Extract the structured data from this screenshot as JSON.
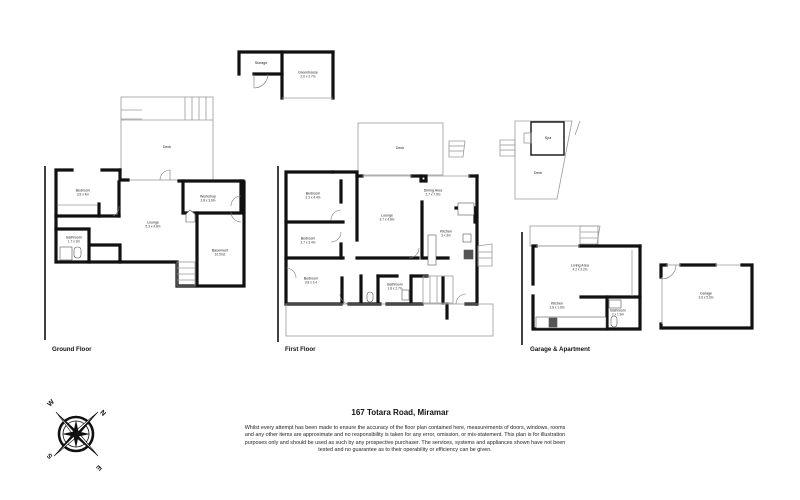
{
  "property": {
    "address": "167 Totara Road, Miramar",
    "disclaimer": "Whilst every attempt has been made to ensure the accuracy of the floor plan contained here, measurements of doors, windows, rooms and any other items are approximate and no responsibility is taken for any error, omission, or mis-statement. This plan is for illustration purposes only and should be used as such by any prospective purchaser. The services, systems and appliances shown have not been tested and no guarantee as to their operability or efficiency can be given."
  },
  "compass": {
    "icon": "compass-rose-icon",
    "letters": {
      "north": "N",
      "east": "E",
      "south": "S",
      "west": "W"
    }
  },
  "sections": {
    "ground_floor": {
      "title": "Ground Floor"
    },
    "first_floor": {
      "title": "First Floor"
    },
    "garage_apartment": {
      "title": "Garage & Apartment"
    }
  },
  "rooms": {
    "storage": {
      "name": "Storage",
      "dim": ""
    },
    "greenhouse": {
      "name": "Greenhouse",
      "dim": "2.6 x 2.7m"
    },
    "gf_deck": {
      "name": "Deck",
      "dim": ""
    },
    "gf_bedroom": {
      "name": "Bedroom",
      "dim": "3.8 x 4m"
    },
    "gf_bathroom": {
      "name": "Bathroom",
      "dim": "1.7 x 2m"
    },
    "gf_lounge": {
      "name": "Lounge",
      "dim": "5.3 x 4.8m"
    },
    "workshop": {
      "name": "Workshop",
      "dim": "3.8 x 3.6m"
    },
    "basement": {
      "name": "Basement",
      "dim": "10.5m2"
    },
    "ff_deck": {
      "name": "Deck",
      "dim": ""
    },
    "ff_bedroom1": {
      "name": "Bedroom",
      "dim": "3.3 x 4.4m"
    },
    "ff_bedroom2": {
      "name": "Bedroom",
      "dim": "2.7 x 3.4m"
    },
    "ff_bedroom3": {
      "name": "Bedroom",
      "dim": "3.8 x 3.4"
    },
    "ff_lounge": {
      "name": "Lounge",
      "dim": "3.7 x 4.8m"
    },
    "dining": {
      "name": "Dining Area",
      "dim": "2.7 x 7.9m"
    },
    "ff_kitchen": {
      "name": "Kitchen",
      "dim": "3 x 3m"
    },
    "ff_bathroom": {
      "name": "Bathroom",
      "dim": "1.8 x 2.7m"
    },
    "spa": {
      "name": "Spa",
      "dim": ""
    },
    "spa_deck": {
      "name": "Deck",
      "dim": ""
    },
    "living": {
      "name": "Living Area",
      "dim": "4.2 x 3.2m"
    },
    "apt_kitchen": {
      "name": "Kitchen",
      "dim": "3.8 x 1.9m"
    },
    "apt_bathroom": {
      "name": "Bathroom",
      "dim": "2 x 1.9m"
    },
    "garage": {
      "name": "Garage",
      "dim": "3.8 x 5.6m"
    }
  }
}
